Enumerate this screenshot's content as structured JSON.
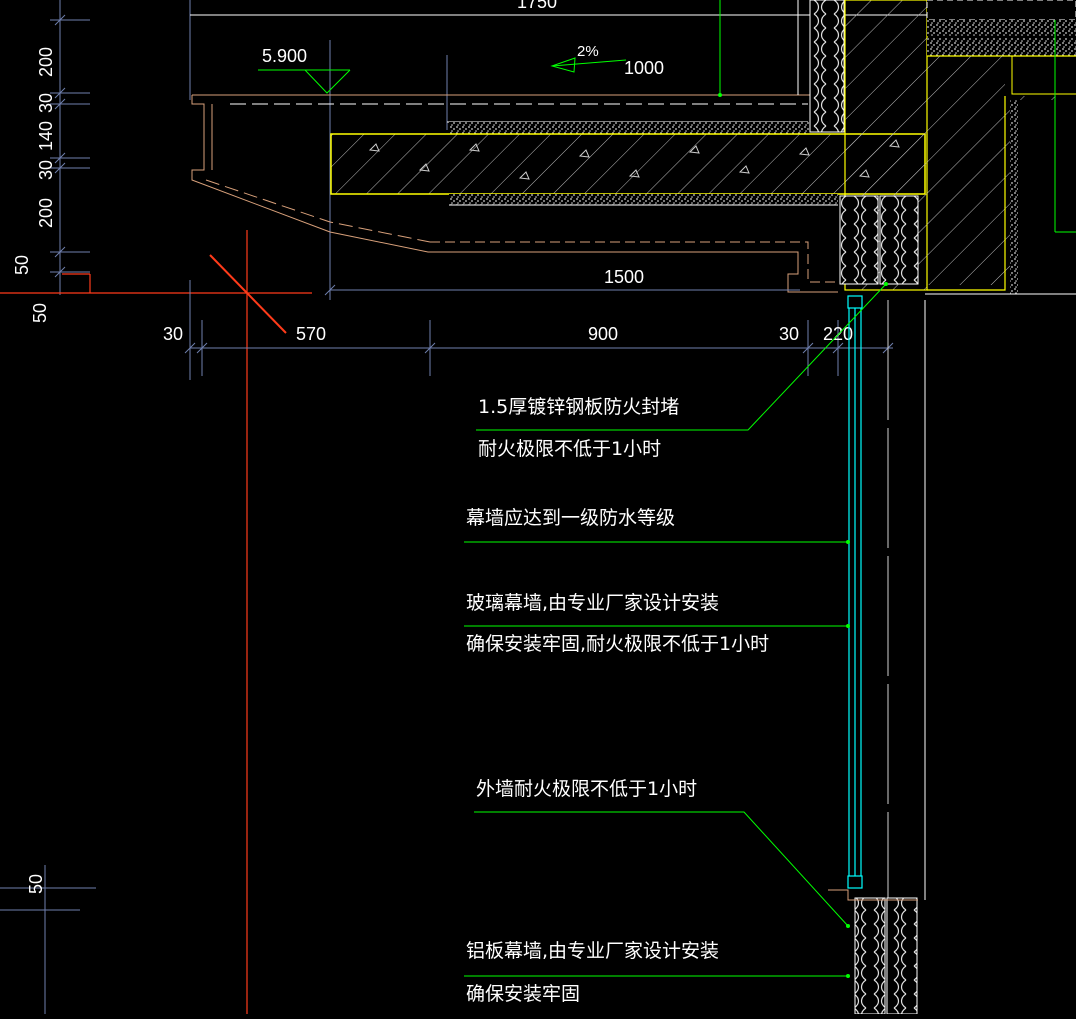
{
  "drawing": {
    "colors": {
      "background": "#000000",
      "structure": "#ffff00",
      "glass": "#00ffff",
      "leader": "#00ff00",
      "dimension": "#6f7fae",
      "outline": "#d8a07a",
      "red": "#ff3b1a",
      "text": "#ffffff"
    },
    "elevation": {
      "value": "5.900"
    },
    "slope": {
      "label": "2%"
    },
    "top_dims": {
      "width_1000": "1000",
      "width_1500": "1500",
      "top_cut": "1750"
    },
    "left_dims": [
      "200",
      "30",
      "140",
      "30",
      "200",
      "50",
      "50"
    ],
    "left_dim_lower": "50",
    "bottom_dims": [
      "30",
      "570",
      "900",
      "30",
      "220"
    ],
    "annotations": [
      "1.5厚镀锌钢板防火封堵",
      "耐火极限不低于1小时",
      "幕墙应达到一级防水等级",
      "玻璃幕墙,由专业厂家设计安装",
      "确保安装牢固,耐火极限不低于1小时",
      "外墙耐火极限不低于1小时",
      "铝板幕墙,由专业厂家设计安装",
      "确保安装牢固"
    ]
  }
}
